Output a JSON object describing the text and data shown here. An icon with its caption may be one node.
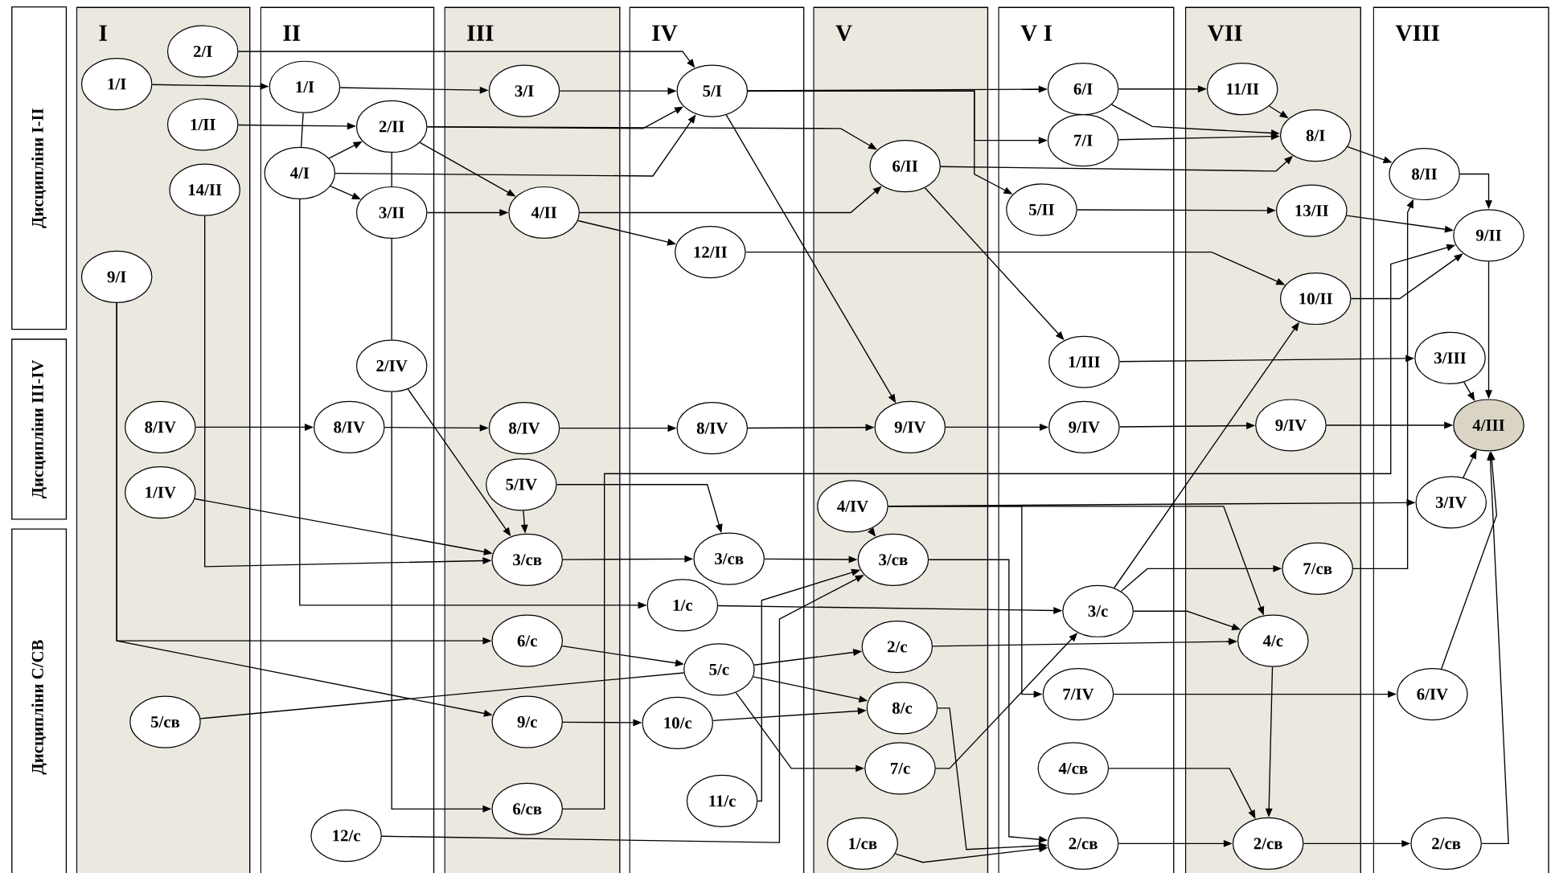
{
  "diagram": {
    "nodes": [
      {
        "text": [
          "Дисципліни I-II"
        ]
      },
      {
        "text": [
          "Дисципліни III-IV"
        ]
      },
      {
        "text": [
          "Дисципліни С/СВ"
        ]
      },
      {
        "text": [
          "I"
        ]
      },
      {
        "text": [
          "II"
        ]
      },
      {
        "text": [
          "III"
        ]
      },
      {
        "text": [
          "IV"
        ]
      },
      {
        "text": [
          "V"
        ]
      },
      {
        "text": [
          "V I"
        ]
      },
      {
        "text": [
          "VII"
        ]
      },
      {
        "text": [
          "VIII"
        ]
      },
      {
        "text": [
          "2/I"
        ],
        "in": 3
      },
      {
        "text": [
          "1/I"
        ],
        "in": 3
      },
      {
        "text": [
          "1/II"
        ],
        "in": 3
      },
      {
        "text": [
          "14/II"
        ],
        "in": 3
      },
      {
        "text": [
          "9/I"
        ],
        "in": 3
      },
      {
        "text": [
          "8/IV"
        ],
        "in": 3
      },
      {
        "text": [
          "1/IV"
        ],
        "in": 3
      },
      {
        "text": [
          "5/св"
        ],
        "in": 3
      },
      {
        "text": [
          "1/I"
        ],
        "in": 4
      },
      {
        "text": [
          "2/II"
        ],
        "in": 4
      },
      {
        "text": [
          "4/I"
        ],
        "in": 4
      },
      {
        "text": [
          "3/II"
        ],
        "in": 4
      },
      {
        "text": [
          "2/IV"
        ],
        "in": 4
      },
      {
        "text": [
          "8/IV"
        ],
        "in": 4
      },
      {
        "text": [
          "12/с"
        ],
        "in": 4
      },
      {
        "text": [
          "3/I"
        ],
        "in": 5
      },
      {
        "text": [
          "4/II"
        ],
        "in": 5
      },
      {
        "text": [
          "8/IV"
        ],
        "in": 5
      },
      {
        "text": [
          "5/IV"
        ],
        "in": 5
      },
      {
        "text": [
          "3/св"
        ],
        "in": 5
      },
      {
        "text": [
          "6/с"
        ],
        "in": 5
      },
      {
        "text": [
          "9/с"
        ],
        "in": 5
      },
      {
        "text": [
          "6/св"
        ],
        "in": 5
      },
      {
        "text": [
          "5/I"
        ],
        "in": 6
      },
      {
        "text": [
          "12/II"
        ],
        "in": 6
      },
      {
        "text": [
          "8/IV"
        ],
        "in": 6
      },
      {
        "text": [
          "3/св"
        ],
        "in": 6
      },
      {
        "text": [
          "1/с"
        ],
        "in": 6
      },
      {
        "text": [
          "5/с"
        ],
        "in": 6
      },
      {
        "text": [
          "10/с"
        ],
        "in": 6
      },
      {
        "text": [
          "11/с"
        ],
        "in": 6
      },
      {
        "text": [
          "6/II"
        ],
        "in": 7
      },
      {
        "text": [
          "9/IV"
        ],
        "in": 7
      },
      {
        "text": [
          "4/IV"
        ],
        "in": 7
      },
      {
        "text": [
          "3/св"
        ],
        "in": 7
      },
      {
        "text": [
          "2/с"
        ],
        "in": 7
      },
      {
        "text": [
          "8/с"
        ],
        "in": 7
      },
      {
        "text": [
          "7/с"
        ],
        "in": 7
      },
      {
        "text": [
          "1/св"
        ],
        "in": 7
      },
      {
        "text": [
          "6/I"
        ],
        "in": 8
      },
      {
        "text": [
          "7/I"
        ],
        "in": 8
      },
      {
        "text": [
          "5/II"
        ],
        "in": 8
      },
      {
        "text": [
          "1/III"
        ],
        "in": 8
      },
      {
        "text": [
          "9/IV"
        ],
        "in": 8
      },
      {
        "text": [
          "3/с"
        ],
        "in": 8
      },
      {
        "text": [
          "7/IV"
        ],
        "in": 8
      },
      {
        "text": [
          "4/св"
        ],
        "in": 8
      },
      {
        "text": [
          "2/св"
        ],
        "in": 8
      },
      {
        "text": [
          "11/II"
        ],
        "in": 9
      },
      {
        "text": [
          "8/I"
        ],
        "in": 9
      },
      {
        "text": [
          "13/II"
        ],
        "in": 9
      },
      {
        "text": [
          "10/II"
        ],
        "in": 9
      },
      {
        "text": [
          "9/IV"
        ],
        "in": 9
      },
      {
        "text": [
          "7/св"
        ],
        "in": 9
      },
      {
        "text": [
          "4/с"
        ],
        "in": 9
      },
      {
        "text": [
          "2/св"
        ],
        "in": 9
      },
      {
        "text": [
          "8/II"
        ],
        "in": 10
      },
      {
        "text": [
          "9/II"
        ],
        "in": 10
      },
      {
        "text": [
          "3/III"
        ],
        "in": 10
      },
      {
        "text": [
          "4/III"
        ],
        "in": 10
      },
      {
        "text": [
          "3/IV"
        ],
        "in": 10
      },
      {
        "text": [
          "6/IV"
        ],
        "in": 10
      },
      {
        "text": [
          "2/св"
        ],
        "in": 10
      }
    ],
    "edges": [
      {
        "from": 12,
        "to": 19,
        "arrow": "to"
      },
      {
        "from": 11,
        "to": 34,
        "arrow": "to"
      },
      {
        "from": 13,
        "to": 20,
        "arrow": "to"
      },
      {
        "from": 19,
        "to": 26,
        "arrow": "to"
      },
      {
        "from": 26,
        "to": 34,
        "arrow": "to"
      },
      {
        "from": 19,
        "to": 21,
        "arrow": "none"
      },
      {
        "from": 21,
        "to": 38,
        "arrow": "to"
      },
      {
        "from": 20,
        "to": 22,
        "arrow": "none"
      },
      {
        "from": 22,
        "to": 23,
        "arrow": "none"
      },
      {
        "from": 23,
        "to": 33,
        "arrow": "to"
      },
      {
        "from": 23,
        "to": 30,
        "arrow": "to"
      },
      {
        "from": 21,
        "to": 20,
        "arrow": "to"
      },
      {
        "from": 21,
        "to": 22,
        "arrow": "to"
      },
      {
        "from": 21,
        "to": 34,
        "arrow": "to"
      },
      {
        "from": 20,
        "to": 27,
        "arrow": "to"
      },
      {
        "from": 20,
        "to": 34,
        "arrow": "to"
      },
      {
        "from": 20,
        "to": 42,
        "arrow": "to"
      },
      {
        "from": 22,
        "to": 27,
        "arrow": "to"
      },
      {
        "from": 27,
        "to": 42,
        "arrow": "to"
      },
      {
        "from": 27,
        "to": 35,
        "arrow": "to"
      },
      {
        "from": 34,
        "to": 43,
        "arrow": "to"
      },
      {
        "from": 34,
        "to": 50,
        "arrow": "to"
      },
      {
        "from": 34,
        "to": 51,
        "arrow": "to"
      },
      {
        "from": 34,
        "to": 52,
        "arrow": "to"
      },
      {
        "from": 42,
        "to": 60,
        "arrow": "to"
      },
      {
        "from": 50,
        "to": 59,
        "arrow": "to"
      },
      {
        "from": 50,
        "to": 60,
        "arrow": "to"
      },
      {
        "from": 51,
        "to": 60,
        "arrow": "to"
      },
      {
        "from": 59,
        "to": 60,
        "arrow": "to"
      },
      {
        "from": 42,
        "to": 53,
        "arrow": "to"
      },
      {
        "from": 52,
        "to": 61,
        "arrow": "to"
      },
      {
        "from": 61,
        "to": 68,
        "arrow": "to"
      },
      {
        "from": 35,
        "to": 62,
        "arrow": "to"
      },
      {
        "from": 62,
        "to": 68,
        "arrow": "to"
      },
      {
        "from": 60,
        "to": 67,
        "arrow": "to"
      },
      {
        "from": 67,
        "to": 68,
        "arrow": "to"
      },
      {
        "from": 68,
        "to": 70,
        "arrow": "to"
      },
      {
        "from": 53,
        "to": 69,
        "arrow": "to"
      },
      {
        "from": 69,
        "to": 70,
        "arrow": "to"
      },
      {
        "from": 16,
        "to": 24,
        "arrow": "to"
      },
      {
        "from": 24,
        "to": 28,
        "arrow": "to"
      },
      {
        "from": 28,
        "to": 36,
        "arrow": "to"
      },
      {
        "from": 36,
        "to": 43,
        "arrow": "to"
      },
      {
        "from": 43,
        "to": 54,
        "arrow": "to"
      },
      {
        "from": 54,
        "to": 63,
        "arrow": "to"
      },
      {
        "from": 63,
        "to": 70,
        "arrow": "to"
      },
      {
        "from": 14,
        "to": 30,
        "arrow": "to"
      },
      {
        "from": 17,
        "to": 30,
        "arrow": "to"
      },
      {
        "from": 29,
        "to": 30,
        "arrow": "to"
      },
      {
        "from": 15,
        "to": 31,
        "arrow": "to"
      },
      {
        "from": 15,
        "to": 32,
        "arrow": "to"
      },
      {
        "from": 30,
        "to": 37,
        "arrow": "to"
      },
      {
        "from": 37,
        "to": 45,
        "arrow": "to"
      },
      {
        "from": 29,
        "to": 37,
        "arrow": "to"
      },
      {
        "from": 44,
        "to": 45,
        "arrow": "to"
      },
      {
        "from": 44,
        "to": 71,
        "arrow": "to"
      },
      {
        "from": 44,
        "to": 56,
        "arrow": "to"
      },
      {
        "from": 44,
        "to": 65,
        "arrow": "to"
      },
      {
        "from": 33,
        "to": 68,
        "arrow": "to"
      },
      {
        "from": 38,
        "to": 55,
        "arrow": "to"
      },
      {
        "from": 31,
        "to": 39,
        "arrow": "to"
      },
      {
        "from": 18,
        "to": 39,
        "arrow": "none"
      },
      {
        "from": 39,
        "to": 46,
        "arrow": "to"
      },
      {
        "from": 39,
        "to": 47,
        "arrow": "to"
      },
      {
        "from": 39,
        "to": 48,
        "arrow": "to"
      },
      {
        "from": 32,
        "to": 40,
        "arrow": "to"
      },
      {
        "from": 40,
        "to": 47,
        "arrow": "to"
      },
      {
        "from": 41,
        "to": 45,
        "arrow": "to"
      },
      {
        "from": 25,
        "to": 45,
        "arrow": "to"
      },
      {
        "from": 45,
        "to": 58,
        "arrow": "to"
      },
      {
        "from": 46,
        "to": 65,
        "arrow": "to"
      },
      {
        "from": 47,
        "to": 58,
        "arrow": "to"
      },
      {
        "from": 49,
        "to": 58,
        "arrow": "to"
      },
      {
        "from": 48,
        "to": 55,
        "arrow": "to"
      },
      {
        "from": 55,
        "to": 62,
        "arrow": "to"
      },
      {
        "from": 55,
        "to": 64,
        "arrow": "to"
      },
      {
        "from": 55,
        "to": 65,
        "arrow": "to"
      },
      {
        "from": 56,
        "to": 72,
        "arrow": "to"
      },
      {
        "from": 72,
        "to": 70,
        "arrow": "to"
      },
      {
        "from": 71,
        "to": 70,
        "arrow": "to"
      },
      {
        "from": 65,
        "to": 66,
        "arrow": "to"
      },
      {
        "from": 57,
        "to": 66,
        "arrow": "to"
      },
      {
        "from": 58,
        "to": 66,
        "arrow": "to"
      },
      {
        "from": 66,
        "to": 73,
        "arrow": "to"
      },
      {
        "from": 73,
        "to": 70,
        "arrow": "to"
      },
      {
        "from": 64,
        "to": 67,
        "arrow": "to"
      }
    ]
  }
}
